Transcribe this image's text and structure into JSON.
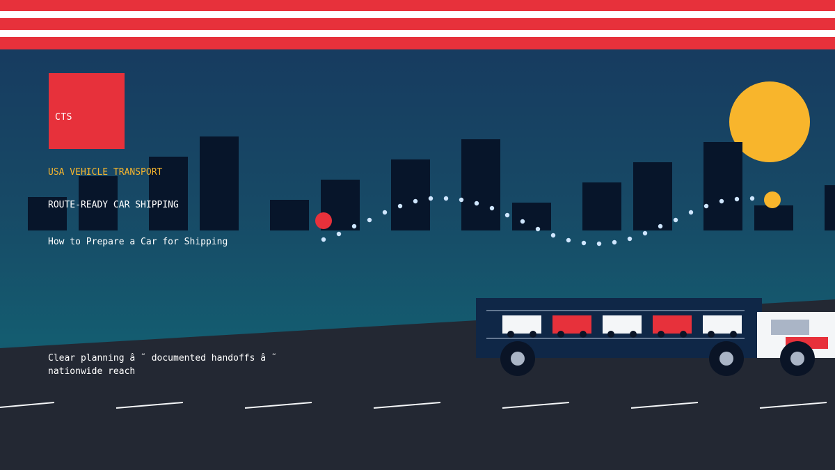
{
  "brand": {
    "logo_text": "CTS",
    "tagline": "USA VEHICLE TRANSPORT"
  },
  "hero": {
    "headline": "ROUTE-READY CAR SHIPPING",
    "subhead": "How to Prepare a Car for Shipping"
  },
  "footer": {
    "line": "Clear planning â ˜ documented handoffs â ˜ nationwide reach"
  },
  "colors": {
    "red": "#e7313b",
    "navy": "#17375e",
    "gold": "#f5b52e",
    "road": "#232833",
    "building": "#07152a"
  },
  "icons": {
    "sun": "sun-icon",
    "route_start": "route-start-icon",
    "route_end": "route-end-icon",
    "truck": "car-carrier-truck-icon"
  }
}
